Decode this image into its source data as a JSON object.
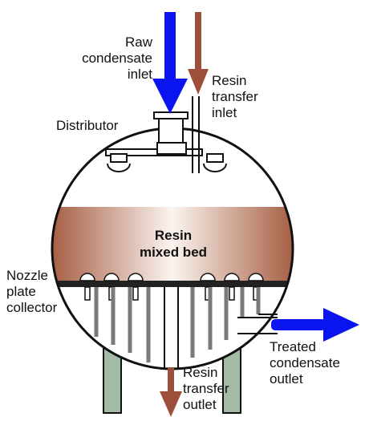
{
  "labels": {
    "raw_inlet": [
      "Raw",
      "condensate",
      "inlet"
    ],
    "resin_transfer_inlet": [
      "Resin",
      "transfer",
      "inlet"
    ],
    "distributor": "Distributor",
    "resin_bed": [
      "Resin",
      "mixed bed"
    ],
    "nozzle_plate_collector": [
      "Nozzle",
      "plate",
      "collector"
    ],
    "treated_outlet": [
      "Treated",
      "condensate",
      "outlet"
    ],
    "resin_transfer_outlet": [
      "Resin",
      "transfer",
      "outlet"
    ]
  },
  "colors": {
    "condensate_arrow": "#0a14f0",
    "resin_arrow": "#9c4f3a",
    "support_legs": "#a4bba6",
    "resin_dark": "#a45a3e",
    "resin_light": "#fbf4f0",
    "pipe_gray": "#7a7a7a",
    "outline": "#111111"
  }
}
